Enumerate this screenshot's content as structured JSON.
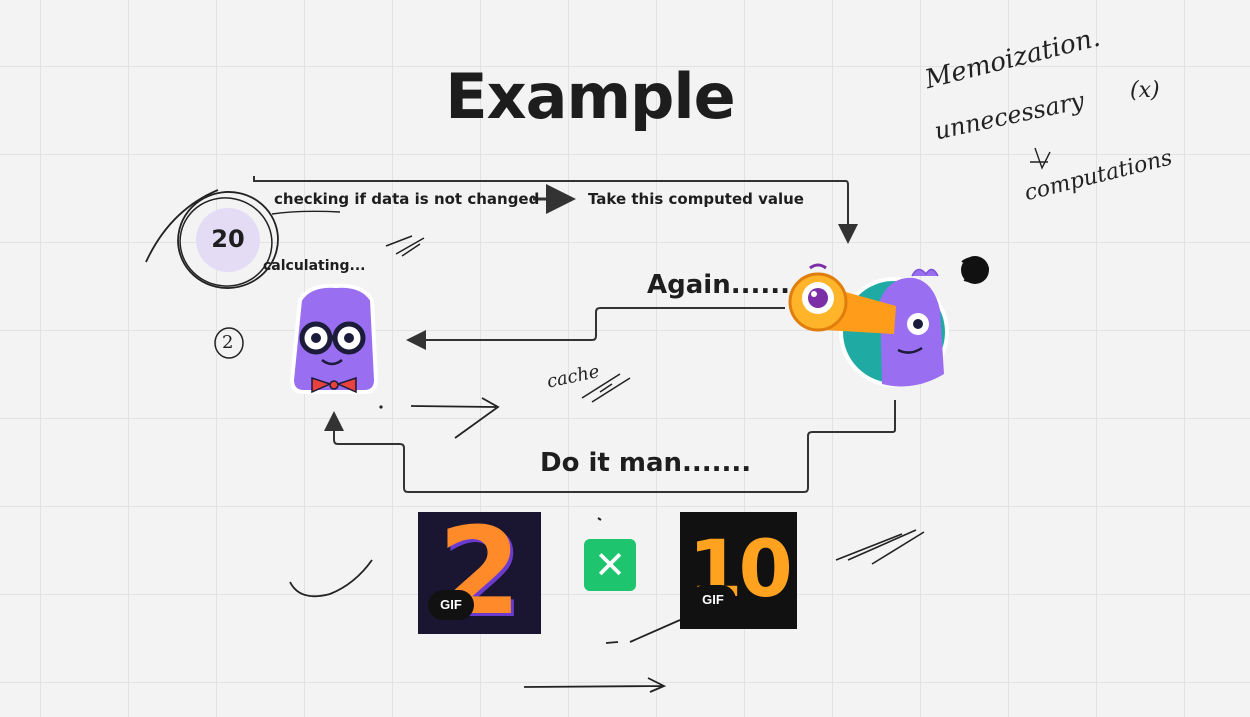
{
  "title": "Example",
  "labels": {
    "checking": "checking if data is not changed",
    "take": "Take this computed value",
    "calculating": "calculating...",
    "again": "Again.......",
    "do_it": "Do it man......."
  },
  "badge_value": "20",
  "circled_number": "2",
  "notes": {
    "line1": "Memoization.",
    "line2": "unnecessary",
    "mark": "(x)",
    "line3": "computations",
    "cache": "cache"
  },
  "gifs": [
    {
      "number": "2",
      "badge": "GIF"
    },
    {
      "number": "10",
      "badge": "GIF"
    }
  ],
  "operator": "✕",
  "colors": {
    "purple": "#9a6ef0",
    "green": "#1ec46e",
    "orange": "#ff9d1a",
    "teal": "#1faaa3"
  },
  "icons": [
    "nerd-character",
    "spyglass-character",
    "x-mark-icon"
  ]
}
